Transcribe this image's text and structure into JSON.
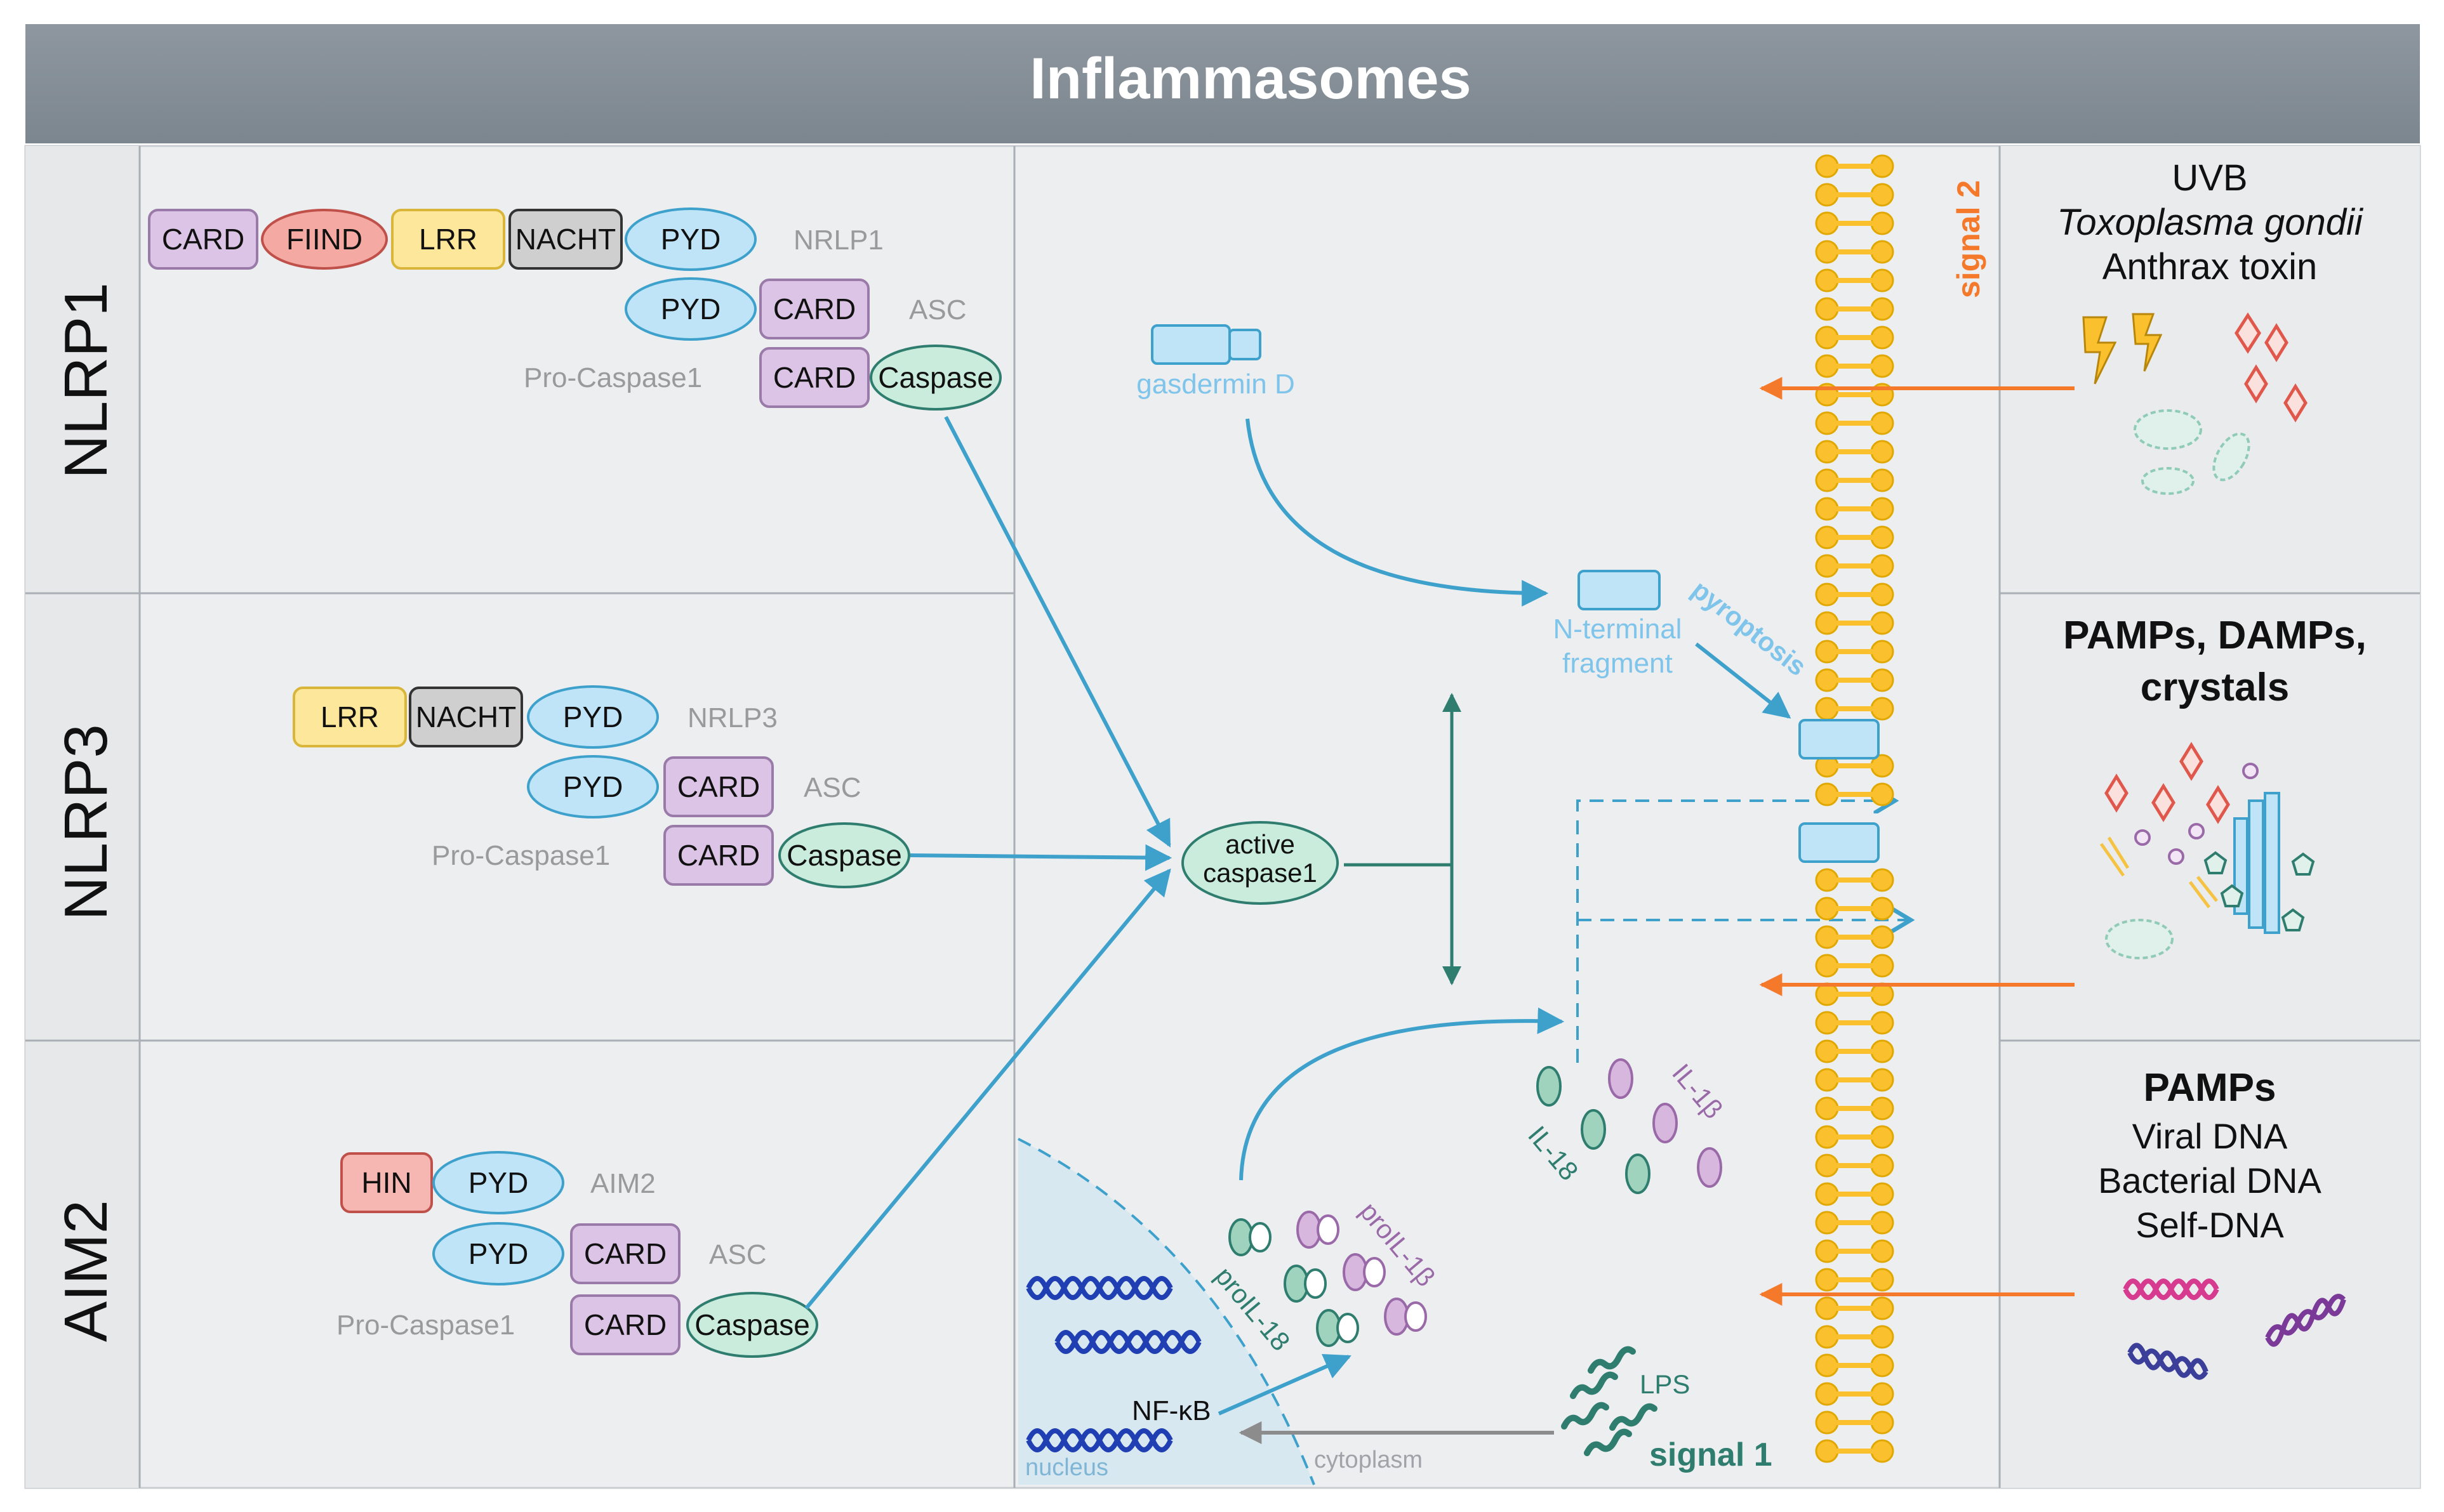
{
  "title": "Inflammasomes",
  "rows": {
    "nlrp1": "NLRP1",
    "nlrp3": "NLRP3",
    "aim2": "AIM2"
  },
  "domains": {
    "card": "CARD",
    "fiind": "FIIND",
    "lrr": "LRR",
    "nacht": "NACHT",
    "pyd": "PYD",
    "caspase": "Caspase",
    "hin": "HIN"
  },
  "proteins": {
    "nrlp1": "NRLP1",
    "nrlp3": "NRLP3",
    "aim2": "AIM2",
    "asc": "ASC",
    "pro_caspase1": "Pro-Caspase1"
  },
  "center": {
    "gasdermin": "gasdermin D",
    "nterm_1": "N-terminal",
    "nterm_2": "fragment",
    "pyroptosis": "pyroptosis",
    "active_1": "active",
    "active_2": "caspase1",
    "il1b": "IL-1β",
    "il18": "IL-18",
    "proil1b": "proIL-1β",
    "proil18": "proIL-18",
    "nfkb": "NF-κB",
    "nucleus": "nucleus",
    "cytoplasm": "cytoplasm",
    "lps": "LPS",
    "signal1": "signal 1",
    "signal2": "signal 2"
  },
  "triggers": {
    "t1_line1": "UVB",
    "t1_line2": "Toxoplasma gondii",
    "t1_line3": "Anthrax toxin",
    "t2_line1": "PAMPs, DAMPs,",
    "t2_line2": "crystals",
    "t3_line1": "PAMPs",
    "t3_line2": "Viral DNA",
    "t3_line3": "Bacterial DNA",
    "t3_line4": "Self-DNA"
  },
  "colors": {
    "header": "#858f97",
    "panel": "#eceef0",
    "blue_arrow": "#3ea1cc",
    "orange": "#f5792a",
    "teal": "#2e7d6e",
    "membrane": "#fbc02d",
    "card": "#dcc4e6",
    "fiind": "#f4aaa2",
    "lrr": "#fde79a",
    "nacht": "#cfcfcf",
    "pyd": "#bfe4f8",
    "caspase": "#c9ecdc",
    "hin": "#f6b7b2"
  }
}
